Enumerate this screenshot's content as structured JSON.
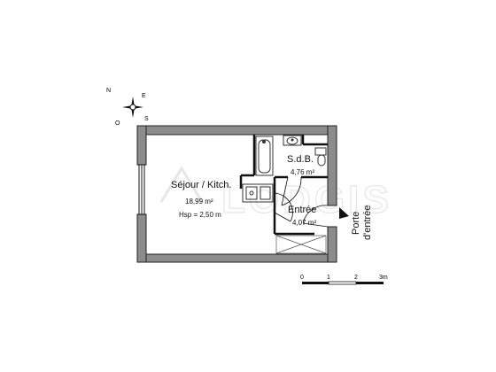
{
  "compass": {
    "n": "N",
    "e": "E",
    "s": "S",
    "o": "O"
  },
  "rooms": {
    "sejour": {
      "name": "Séjour / Kitch.",
      "area": "18,99 m²",
      "height": "Hsp = 2,50 m"
    },
    "sdb": {
      "name": "S.d.B.",
      "area": "4,76 m²"
    },
    "entree": {
      "name": "Entrée",
      "area": "4,07 m²"
    }
  },
  "entrance": {
    "line1": "Porte",
    "line2": "d'entrée"
  },
  "scale": {
    "ticks": [
      "0",
      "1",
      "2",
      "3m"
    ]
  },
  "watermark": {
    "text": "LODGIS"
  },
  "colors": {
    "wall": "#8c8c8c",
    "wall_outline": "#222222",
    "line": "#111111"
  }
}
